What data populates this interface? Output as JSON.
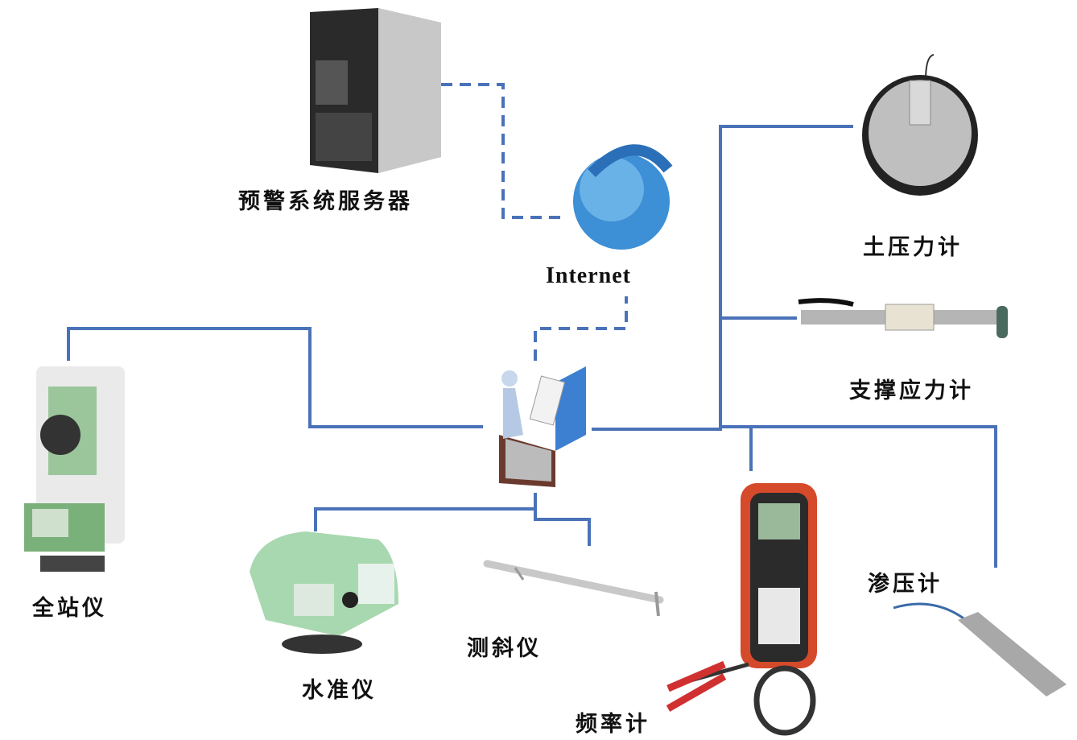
{
  "colors": {
    "link": "#4a72b8",
    "background": "#ffffff"
  },
  "nodes": {
    "server": {
      "label": "预警系统服务器",
      "icon": "server-icon"
    },
    "internet": {
      "label": "Internet",
      "icon": "globe-icon"
    },
    "hub": {
      "icon": "laptop-user-icon"
    },
    "earth_pressure": {
      "label": "土压力计",
      "icon": "earth-pressure-cell-icon"
    },
    "strut_stress": {
      "label": "支撑应力计",
      "icon": "strain-gauge-icon"
    },
    "total_station": {
      "label": "全站仪",
      "icon": "total-station-icon"
    },
    "level": {
      "label": "水准仪",
      "icon": "digital-level-icon"
    },
    "inclinometer": {
      "label": "测斜仪",
      "icon": "inclinometer-icon"
    },
    "frequency_meter": {
      "label": "频率计",
      "icon": "frequency-meter-icon"
    },
    "piezometer": {
      "label": "渗压计",
      "icon": "piezometer-icon"
    }
  }
}
